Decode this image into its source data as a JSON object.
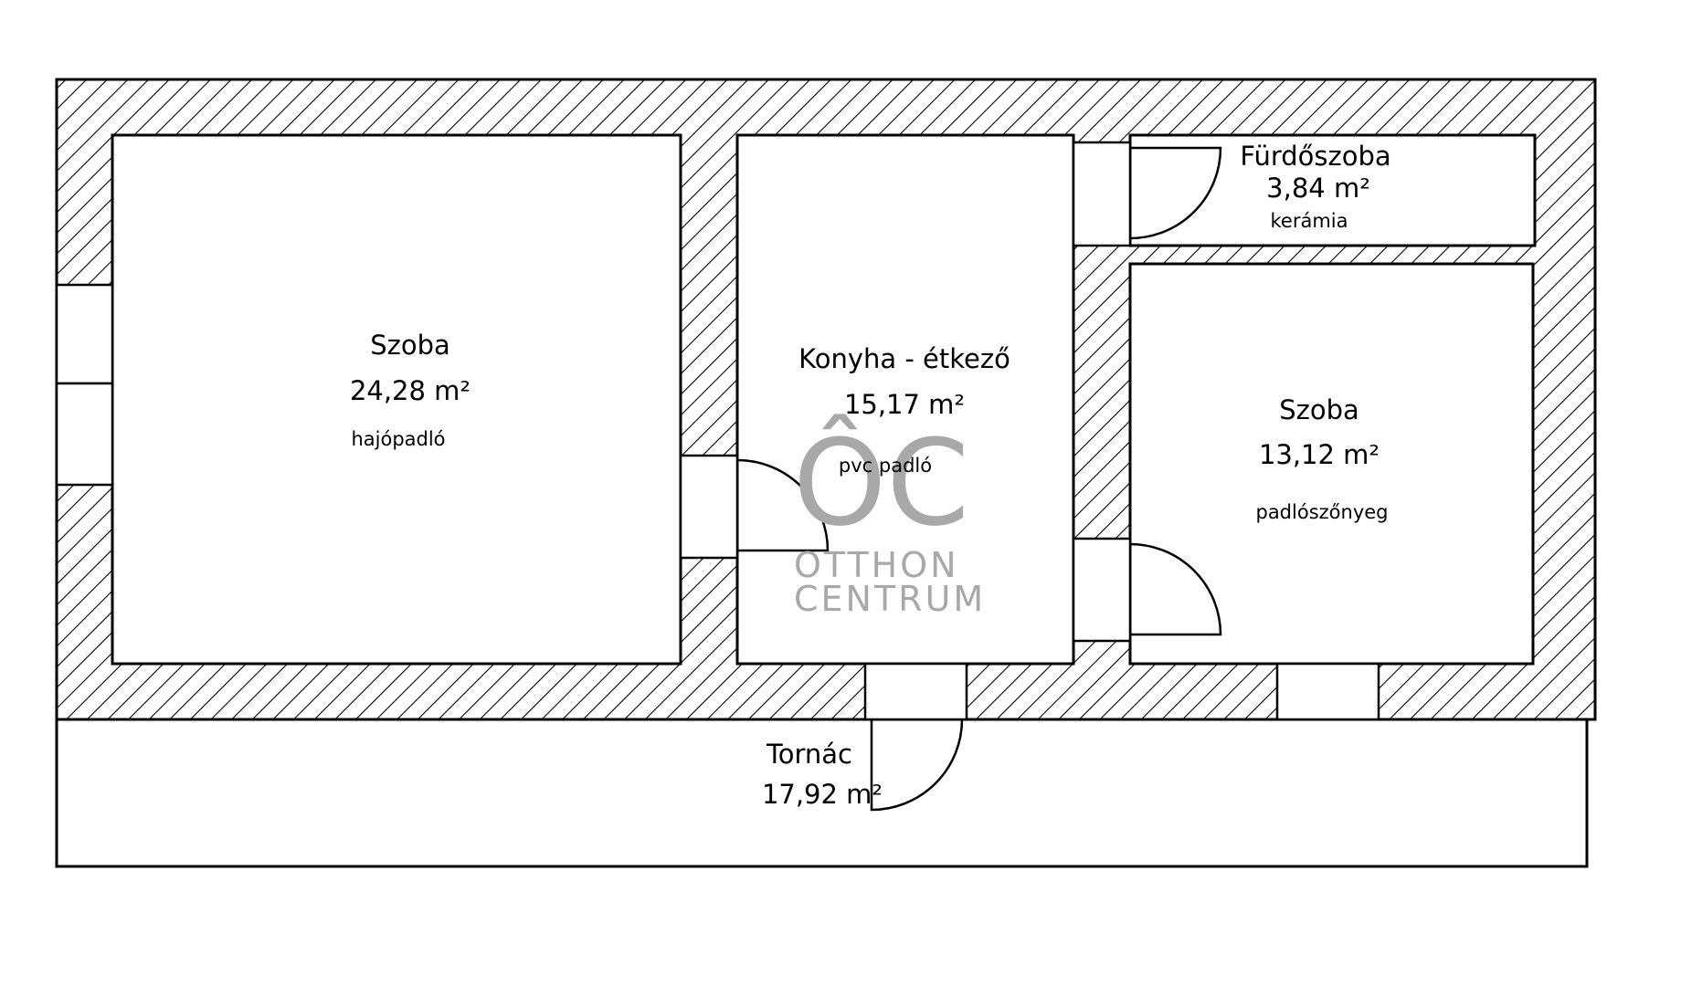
{
  "rooms": {
    "living_room": {
      "name": "Szoba",
      "area": "24,28 m²",
      "floor": "hajópadló"
    },
    "kitchen": {
      "name": "Konyha - étkező",
      "area": "15,17 m²",
      "floor": "pvc padló"
    },
    "bathroom": {
      "name": "Fürdőszoba",
      "area": "3,84 m²",
      "floor": "kerámia"
    },
    "bedroom": {
      "name": "Szoba",
      "area": "13,12 m²",
      "floor": "padlószőnyeg"
    },
    "porch": {
      "name": "Tornác",
      "area": "17,92 m²"
    }
  },
  "watermark": {
    "monogram": "ÔC",
    "line1": "OTTHON",
    "line2": "CENTRUM"
  },
  "colors": {
    "wall_hatch": "#000000",
    "watermark": "#a8a8a8",
    "background": "#ffffff"
  }
}
